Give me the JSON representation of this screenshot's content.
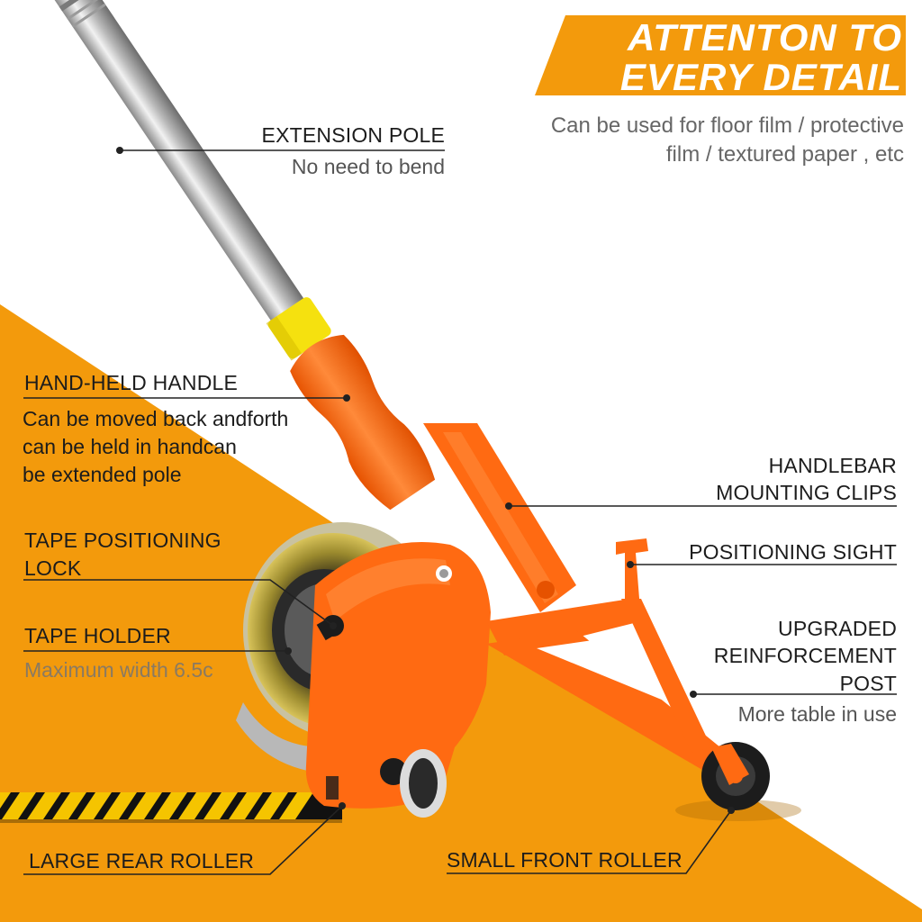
{
  "banner": {
    "line1": "ATTENTON TO",
    "line2": "EVERY DETAIL",
    "sub1": "Can be used for floor film / protective",
    "sub2": "film / textured paper , etc"
  },
  "callouts": {
    "extension_pole": {
      "title": "EXTENSION POLE",
      "sub": "No need to bend"
    },
    "hand_held_handle": {
      "title": "HAND-HELD HANDLE",
      "line1": "Can be moved back andforth",
      "line2": "can be held in handcan",
      "line3": "be extended pole"
    },
    "mounting_clips": {
      "line1": "HANDLEBAR",
      "line2": "MOUNTING CLIPS"
    },
    "positioning_sight": {
      "title": "POSITIONING SIGHT"
    },
    "tape_lock": {
      "line1": "TAPE POSITIONING",
      "line2": "LOCK"
    },
    "tape_holder": {
      "title": "TAPE HOLDER",
      "sub": "Maximum width 6.5c"
    },
    "reinforcement_post": {
      "line1": "UPGRADED",
      "line2": "REINFORCEMENT",
      "line3": "POST",
      "sub": "More table in use"
    },
    "rear_roller": {
      "title": "LARGE REAR ROLLER"
    },
    "front_roller": {
      "title": "SMALL FRONT ROLLER"
    }
  },
  "colors": {
    "orange": "#f39a0c",
    "tool_orange": "#ff6a12",
    "yellow": "#f5e10f",
    "text": "#1c1c1c",
    "sub_text": "#555555",
    "leader": "#222222",
    "white": "#ffffff"
  }
}
